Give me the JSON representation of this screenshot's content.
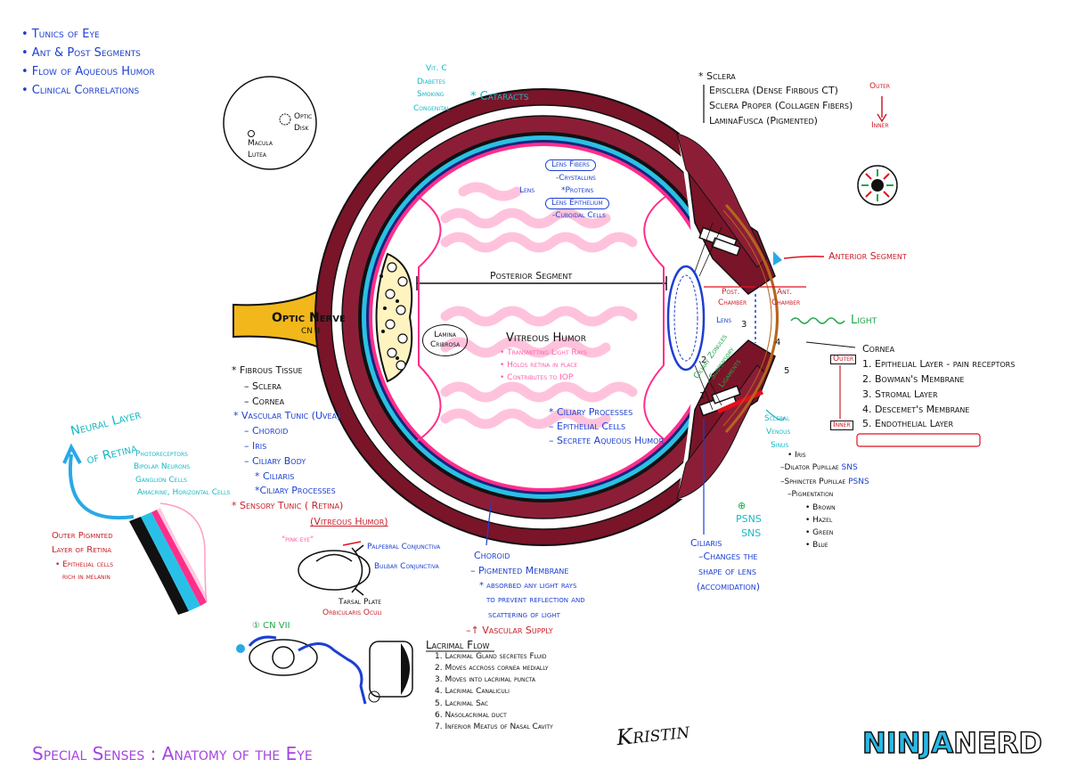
{
  "outline": [
    "• Tunics of Eye",
    "• Ant & Post Segments",
    "• Flow of Aqueous Humor",
    "• Clinical Correlations"
  ],
  "fundus": {
    "optic_disk": [
      "Optic",
      "Disk"
    ],
    "macula": [
      "Macula",
      "Lutea"
    ]
  },
  "cataracts": {
    "risk": [
      "Vit. C",
      "Diabetes",
      "Smoking",
      "Congenital"
    ],
    "label": "* Cataracts"
  },
  "sclera_top": {
    "title": "* Sclera",
    "items": [
      "Episclera (Dense Firbous CT)",
      "Sclera Proper (Collagen Fibers)",
      "LaminaFusca (Pigmented)"
    ],
    "outer": "Outer",
    "inner": "Inner"
  },
  "lens_info": {
    "label": "Lens",
    "fibers": "Lens Fibers",
    "crystallins": "-Crystallins",
    "proteins": "*Proteins",
    "epithelium": "Lens Epithelium",
    "cuboidal": "-Cuboidal Cells"
  },
  "segments": {
    "posterior": "Posterior Segment",
    "anterior": "Anterior Segment",
    "post_chamber": [
      "Post.",
      "Chamber"
    ],
    "ant_chamber": [
      "Ant.",
      "Chamber"
    ]
  },
  "light": "Light",
  "optic_nerve": {
    "label": "Optic Nerve",
    "cn": "CN II"
  },
  "lamina": [
    "Lamina",
    "Cribrosa"
  ],
  "vitreous": {
    "title": "Vitreous Humor",
    "points": [
      "• Transmitting Light Rays",
      "• Holds retina in place",
      "• Contributes to IOP"
    ]
  },
  "lens_inner": "Lens",
  "zonules": [
    "Ciliary Zonules",
    "- Suspensory",
    "Ligaments"
  ],
  "numbers": [
    "1",
    "2",
    "3",
    "4",
    "5"
  ],
  "ciliary": [
    "* Ciliary Processes",
    "– Epithelial Cells",
    "– Secrete Aqueous Humor"
  ],
  "cornea": {
    "title": "Cornea",
    "outer": "Outer",
    "inner": "Inner",
    "layers": [
      "1. Epithelial Layer - pain receptors",
      "2. Bowman's Membrane",
      "3. Stromal Layer",
      "4. Descemet's Membrane",
      "5. Endothelial Layer"
    ]
  },
  "scleral_sinus": [
    "Scleral",
    "Venous",
    "Sinus"
  ],
  "iris": {
    "title": "• Iris",
    "dilator": "–Dilator Pupillae",
    "dilator_tag": "SNS",
    "sphincter": "–Sphincter Pupillae",
    "sphincter_tag": "PSNS",
    "pigmentation": "–Pigmentation",
    "colors": [
      "• Brown",
      "• Hazel",
      "• Green",
      "• Blue"
    ]
  },
  "ciliaris": {
    "plus": "⊕",
    "psns": "PSNS",
    "sns": "SNS",
    "title": "Ciliaris",
    "desc": [
      "–Changes the",
      "shape of lens",
      "(accomidation)"
    ]
  },
  "choroid": {
    "title": "Choroid",
    "items": [
      "– Pigmented Membrane",
      "* absorbed any light rays",
      "to prevent reflection and",
      "scattering of light"
    ],
    "vascular": "–↑ Vascular Supply"
  },
  "tunics": {
    "fibrous": "* Fibrous Tissue",
    "fibrous_items": [
      "– Sclera",
      "– Cornea"
    ],
    "vascular": "* Vascular Tunic (Uvea)",
    "vascular_items": [
      "– Choroid",
      "– Iris",
      "– Ciliary Body",
      "* Ciliaris",
      "*Ciliary Processes"
    ],
    "sensory": "* Sensory Tunic ( Retina)"
  },
  "vitreous_humor_note": "(Vitreous Humor)",
  "neural_retina": {
    "title": [
      "Neural Layer",
      "of Retina"
    ],
    "layers": [
      "Photoreceptors",
      "Bipolar Neurons",
      "Ganglion Cells",
      "Amacrine, Horizontal Cells"
    ]
  },
  "pigmented_retina": [
    "Outer Pigmnted",
    "Layer of Retina",
    "• Epithelial cells",
    "rich in melanin"
  ],
  "conjunctiva": {
    "pink_eye": "\"pink eye\"",
    "palpebral": "Palpebral Conjunctiva",
    "bulbar": "Bulbar Conjunctiva",
    "tarsal": "Tarsal Plate",
    "orbicularis": "Orbicularis Oculi"
  },
  "lacrimal": {
    "cn": "① CN VII",
    "title": "Lacrimal Flow",
    "steps": [
      "1. Lacrimal Gland secretes Fluid",
      "2. Moves accross cornea medially",
      "3. Moves into lacrimal puncta",
      "4. Lacrimal Canaliculi",
      "5. Lacrimal Sac",
      "6. Nasolacrimal duct",
      "7. Inferior Meatus of Nasal Cavity"
    ]
  },
  "footer": {
    "title": "Special Senses : Anatomy of the Eye",
    "signature": "Kristin",
    "logo_a": "NINJA",
    "logo_b": "NERD"
  },
  "colors": {
    "sclera": "#7a1428",
    "choroid": "#8b1e36",
    "retina_pink": "#ff2e8a",
    "vitreous": "#ffc2dc",
    "optic_yellow": "#f2b71a",
    "cornea": "#b5651d",
    "blue": "#1c3fd1",
    "teal": "#18b8c4"
  }
}
